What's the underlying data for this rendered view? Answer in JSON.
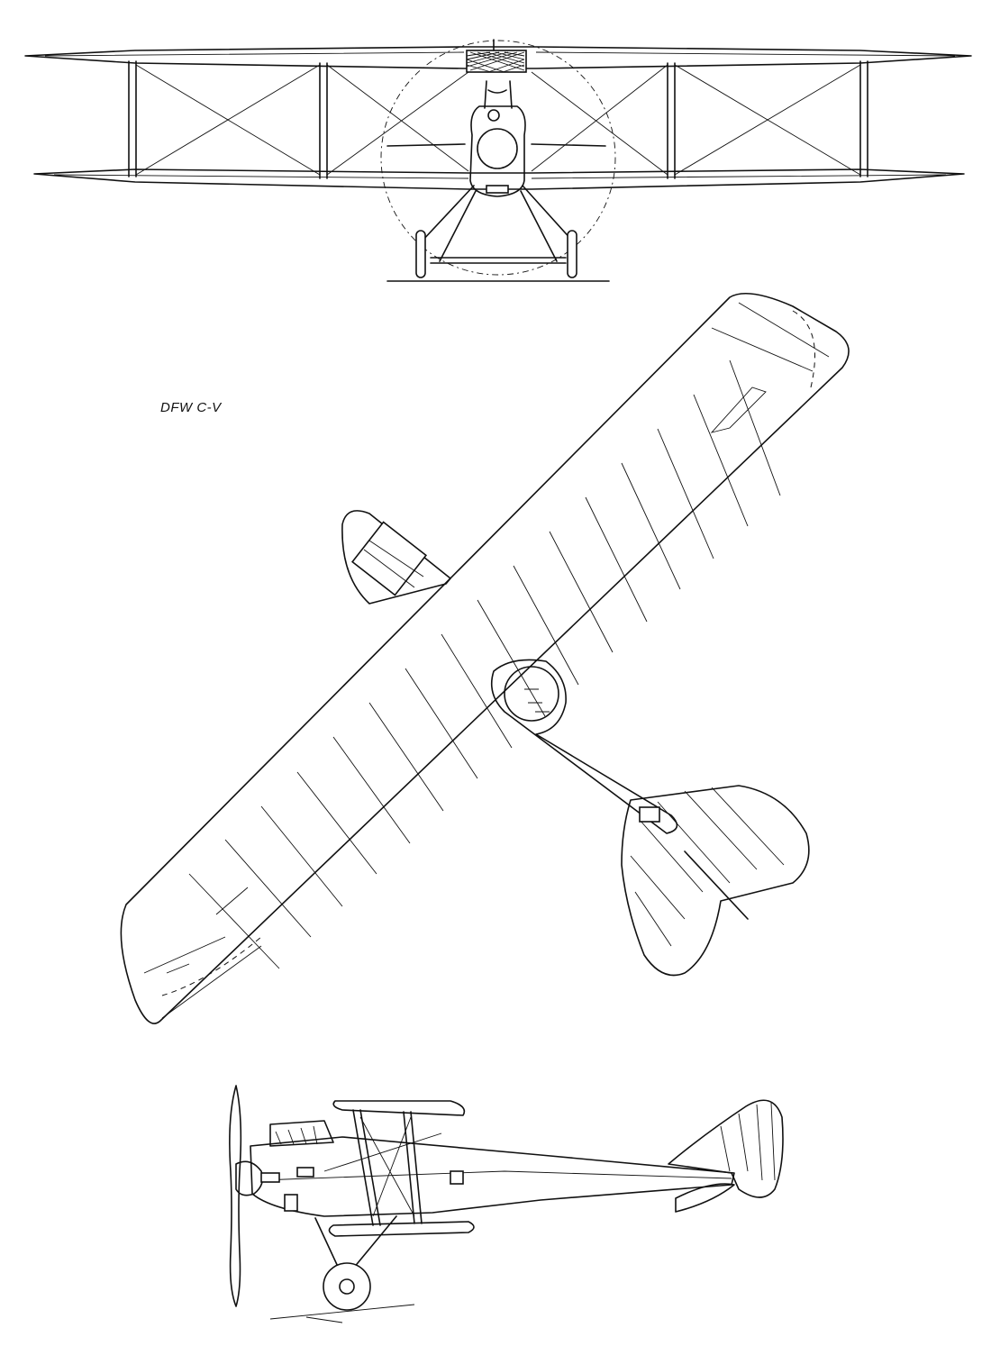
{
  "drawing": {
    "title": "DFW C-V",
    "views": [
      "front-view",
      "top-view",
      "side-view"
    ]
  }
}
